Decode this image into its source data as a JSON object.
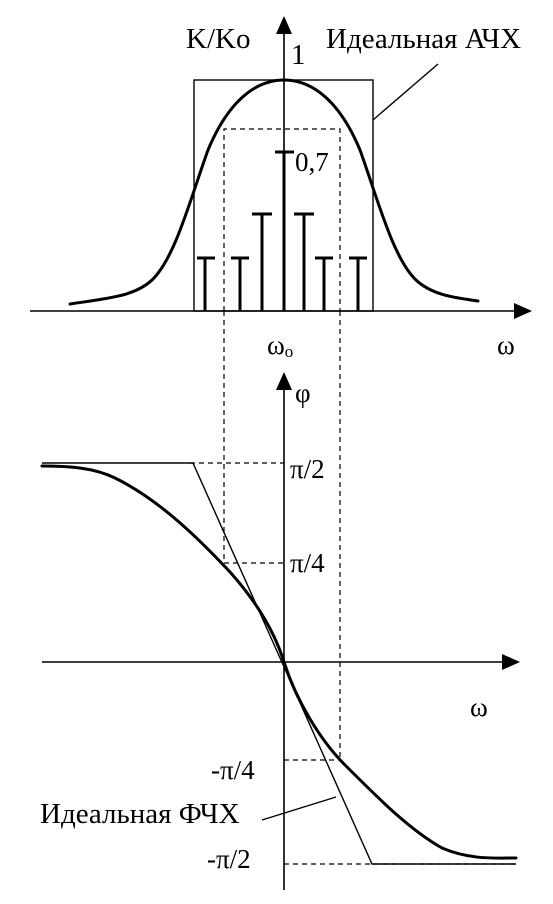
{
  "amplitude_plot": {
    "y_axis_label": "K/Ko",
    "peak_label": "1",
    "level_label": "0,7",
    "x_axis_label": "ω",
    "center_freq_label": "ω",
    "center_freq_subscript": "o",
    "ideal_label": "Идеальная АЧХ"
  },
  "phase_plot": {
    "y_axis_label": "φ",
    "x_axis_label": "ω",
    "ticks": [
      "π/2",
      "π/4",
      "-π/4",
      "-π/2"
    ],
    "ideal_label": "Идеальная ФЧХ"
  }
}
